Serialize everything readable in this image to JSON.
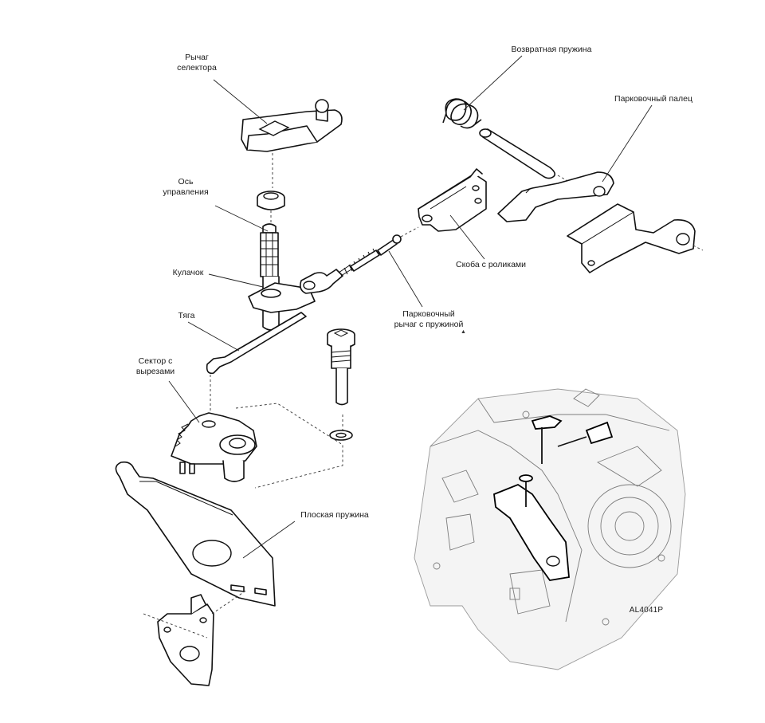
{
  "labels": {
    "selector_lever": [
      "Рычаг",
      "селектора"
    ],
    "control_shaft": [
      "Ось",
      "управления"
    ],
    "cam": "Кулачок",
    "rod": "Тяга",
    "detent_sector": [
      "Сектор с",
      "вырезами"
    ],
    "flat_spring": "Плоская пружина",
    "return_spring": "Возвратная пружина",
    "park_pawl": "Парковочный палец",
    "roller_bracket": "Скоба с роликами",
    "park_lever_spring": [
      "Парковочный",
      "рычаг с пружиной"
    ]
  },
  "figure_code": "AL4041P"
}
